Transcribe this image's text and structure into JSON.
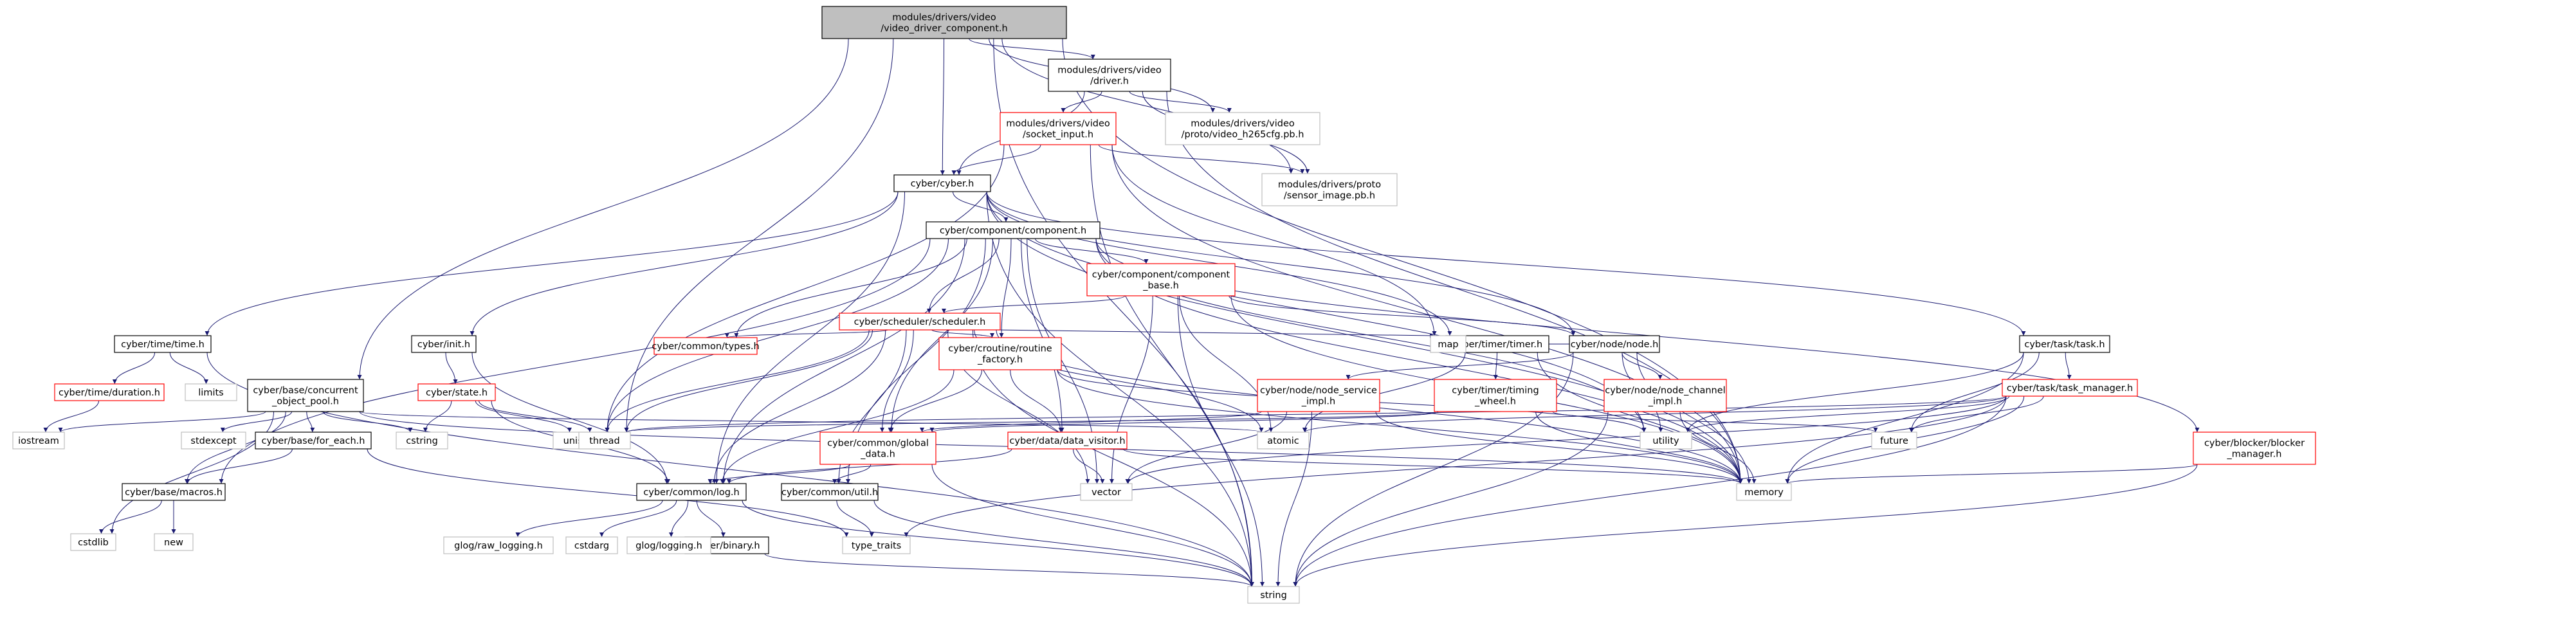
{
  "root": "modules/drivers/video/video_driver_component.h",
  "nodes": [
    {
      "id": "root",
      "lines": [
        "modules/drivers/video",
        "/video_driver_component.h"
      ],
      "style": "root"
    },
    {
      "id": "driver",
      "lines": [
        "modules/drivers/video",
        "/driver.h"
      ],
      "style": "black"
    },
    {
      "id": "socket",
      "lines": [
        "modules/drivers/video",
        "/socket_input.h"
      ],
      "style": "red"
    },
    {
      "id": "h265",
      "lines": [
        "modules/drivers/video",
        "/proto/video_h265cfg.pb.h"
      ],
      "style": "gray"
    },
    {
      "id": "sensor",
      "lines": [
        "modules/drivers/proto",
        "/sensor_image.pb.h"
      ],
      "style": "gray"
    },
    {
      "id": "cyber",
      "lines": [
        "cyber/cyber.h"
      ],
      "style": "black"
    },
    {
      "id": "component",
      "lines": [
        "cyber/component/component.h"
      ],
      "style": "black"
    },
    {
      "id": "compbase",
      "lines": [
        "cyber/component/component",
        "_base.h"
      ],
      "style": "red"
    },
    {
      "id": "scheduler",
      "lines": [
        "cyber/scheduler/scheduler.h"
      ],
      "style": "red"
    },
    {
      "id": "routine",
      "lines": [
        "cyber/croutine/routine",
        "_factory.h"
      ],
      "style": "red"
    },
    {
      "id": "types",
      "lines": [
        "cyber/common/types.h"
      ],
      "style": "red"
    },
    {
      "id": "timeh",
      "lines": [
        "cyber/time/time.h"
      ],
      "style": "black"
    },
    {
      "id": "duration",
      "lines": [
        "cyber/time/duration.h"
      ],
      "style": "red"
    },
    {
      "id": "limits",
      "lines": [
        "limits"
      ],
      "style": "gray"
    },
    {
      "id": "pool",
      "lines": [
        "cyber/base/concurrent",
        "_object_pool.h"
      ],
      "style": "black"
    },
    {
      "id": "iostream",
      "lines": [
        "iostream"
      ],
      "style": "gray"
    },
    {
      "id": "stdexcept",
      "lines": [
        "stdexcept"
      ],
      "style": "gray"
    },
    {
      "id": "foreach",
      "lines": [
        "cyber/base/for_each.h"
      ],
      "style": "black"
    },
    {
      "id": "macros",
      "lines": [
        "cyber/base/macros.h"
      ],
      "style": "black"
    },
    {
      "id": "cstdlib",
      "lines": [
        "cstdlib"
      ],
      "style": "gray"
    },
    {
      "id": "new",
      "lines": [
        "new"
      ],
      "style": "gray"
    },
    {
      "id": "init",
      "lines": [
        "cyber/init.h"
      ],
      "style": "black"
    },
    {
      "id": "state",
      "lines": [
        "cyber/state.h"
      ],
      "style": "red"
    },
    {
      "id": "cstring",
      "lines": [
        "cstring"
      ],
      "style": "gray"
    },
    {
      "id": "unistd",
      "lines": [
        "unistd.h"
      ],
      "style": "gray"
    },
    {
      "id": "thread",
      "lines": [
        "thread"
      ],
      "style": "gray"
    },
    {
      "id": "timer",
      "lines": [
        "cyber/timer/timer.h"
      ],
      "style": "black"
    },
    {
      "id": "timing",
      "lines": [
        "cyber/timer/timing",
        "_wheel.h"
      ],
      "style": "red"
    },
    {
      "id": "node",
      "lines": [
        "cyber/node/node.h"
      ],
      "style": "black"
    },
    {
      "id": "nodesvc",
      "lines": [
        "cyber/node/node_service",
        "_impl.h"
      ],
      "style": "red"
    },
    {
      "id": "nodechan",
      "lines": [
        "cyber/node/node_channel",
        "_impl.h"
      ],
      "style": "red"
    },
    {
      "id": "map",
      "lines": [
        "map"
      ],
      "style": "gray"
    },
    {
      "id": "global",
      "lines": [
        "cyber/common/global",
        "_data.h"
      ],
      "style": "red"
    },
    {
      "id": "visitor",
      "lines": [
        "cyber/data/data_visitor.h"
      ],
      "style": "red"
    },
    {
      "id": "atomic",
      "lines": [
        "atomic"
      ],
      "style": "gray"
    },
    {
      "id": "utility",
      "lines": [
        "utility"
      ],
      "style": "gray"
    },
    {
      "id": "future",
      "lines": [
        "future"
      ],
      "style": "gray"
    },
    {
      "id": "task",
      "lines": [
        "cyber/task/task.h"
      ],
      "style": "black"
    },
    {
      "id": "taskmgr",
      "lines": [
        "cyber/task/task_manager.h"
      ],
      "style": "red"
    },
    {
      "id": "blocker",
      "lines": [
        "cyber/blocker/blocker",
        "_manager.h"
      ],
      "style": "red"
    },
    {
      "id": "log",
      "lines": [
        "cyber/common/log.h"
      ],
      "style": "black"
    },
    {
      "id": "util",
      "lines": [
        "cyber/common/util.h"
      ],
      "style": "black"
    },
    {
      "id": "binary",
      "lines": [
        "cyber/binary.h"
      ],
      "style": "black"
    },
    {
      "id": "vector",
      "lines": [
        "vector"
      ],
      "style": "gray"
    },
    {
      "id": "memory",
      "lines": [
        "memory"
      ],
      "style": "gray"
    },
    {
      "id": "type_traits",
      "lines": [
        "type_traits"
      ],
      "style": "gray"
    },
    {
      "id": "glograw",
      "lines": [
        "glog/raw_logging.h"
      ],
      "style": "gray"
    },
    {
      "id": "cstdarg",
      "lines": [
        "cstdarg"
      ],
      "style": "gray"
    },
    {
      "id": "gloglog",
      "lines": [
        "glog/logging.h"
      ],
      "style": "gray"
    },
    {
      "id": "string",
      "lines": [
        "string"
      ],
      "style": "gray"
    }
  ],
  "edges": [
    [
      "root",
      "driver"
    ],
    [
      "root",
      "h265"
    ],
    [
      "root",
      "sensor"
    ],
    [
      "root",
      "cyber"
    ],
    [
      "root",
      "pool"
    ],
    [
      "root",
      "thread"
    ],
    [
      "root",
      "memory"
    ],
    [
      "root",
      "string"
    ],
    [
      "driver",
      "socket"
    ],
    [
      "driver",
      "h265"
    ],
    [
      "driver",
      "sensor"
    ],
    [
      "driver",
      "cyber"
    ],
    [
      "driver",
      "memory"
    ],
    [
      "socket",
      "sensor"
    ],
    [
      "socket",
      "cyber"
    ],
    [
      "socket",
      "unistd"
    ],
    [
      "socket",
      "map"
    ],
    [
      "socket",
      "memory"
    ],
    [
      "socket",
      "string"
    ],
    [
      "cyber",
      "component"
    ],
    [
      "cyber",
      "init"
    ],
    [
      "cyber",
      "timeh"
    ],
    [
      "cyber",
      "timer"
    ],
    [
      "cyber",
      "node"
    ],
    [
      "cyber",
      "task"
    ],
    [
      "cyber",
      "log"
    ],
    [
      "cyber",
      "utility"
    ],
    [
      "cyber",
      "memory"
    ],
    [
      "cyber",
      "string"
    ],
    [
      "component",
      "compbase"
    ],
    [
      "component",
      "scheduler"
    ],
    [
      "component",
      "routine"
    ],
    [
      "component",
      "types"
    ],
    [
      "component",
      "visitor"
    ],
    [
      "component",
      "global"
    ],
    [
      "component",
      "log"
    ],
    [
      "component",
      "util"
    ],
    [
      "component",
      "macros"
    ],
    [
      "component",
      "blocker"
    ],
    [
      "component",
      "unistd"
    ],
    [
      "component",
      "utility"
    ],
    [
      "component",
      "vector"
    ],
    [
      "component",
      "memory"
    ],
    [
      "compbase",
      "scheduler"
    ],
    [
      "compbase",
      "node"
    ],
    [
      "compbase",
      "atomic"
    ],
    [
      "compbase",
      "vector"
    ],
    [
      "compbase",
      "memory"
    ],
    [
      "compbase",
      "string"
    ],
    [
      "scheduler",
      "routine"
    ],
    [
      "scheduler",
      "types"
    ],
    [
      "scheduler",
      "global"
    ],
    [
      "scheduler",
      "log"
    ],
    [
      "scheduler",
      "util"
    ],
    [
      "scheduler",
      "map"
    ],
    [
      "scheduler",
      "atomic"
    ],
    [
      "scheduler",
      "thread"
    ],
    [
      "scheduler",
      "unistd"
    ],
    [
      "scheduler",
      "vector"
    ],
    [
      "scheduler",
      "memory"
    ],
    [
      "scheduler",
      "string"
    ],
    [
      "routine",
      "visitor"
    ],
    [
      "routine",
      "global"
    ],
    [
      "routine",
      "log"
    ],
    [
      "routine",
      "utility"
    ],
    [
      "routine",
      "memory"
    ],
    [
      "timeh",
      "duration"
    ],
    [
      "timeh",
      "limits"
    ],
    [
      "timeh",
      "string"
    ],
    [
      "duration",
      "iostream"
    ],
    [
      "pool",
      "iostream"
    ],
    [
      "pool",
      "stdexcept"
    ],
    [
      "pool",
      "foreach"
    ],
    [
      "pool",
      "macros"
    ],
    [
      "pool",
      "cstdlib"
    ],
    [
      "pool",
      "cstring"
    ],
    [
      "pool",
      "atomic"
    ],
    [
      "pool",
      "memory"
    ],
    [
      "foreach",
      "macros"
    ],
    [
      "foreach",
      "type_traits"
    ],
    [
      "macros",
      "cstdlib"
    ],
    [
      "macros",
      "new"
    ],
    [
      "init",
      "state"
    ],
    [
      "init",
      "log"
    ],
    [
      "state",
      "cstring"
    ],
    [
      "state",
      "unistd"
    ],
    [
      "state",
      "thread"
    ],
    [
      "state",
      "log"
    ],
    [
      "timer",
      "timing"
    ],
    [
      "timer",
      "atomic"
    ],
    [
      "timer",
      "memory"
    ],
    [
      "timing",
      "global"
    ],
    [
      "timing",
      "thread"
    ],
    [
      "timing",
      "future"
    ],
    [
      "timing",
      "memory"
    ],
    [
      "node",
      "nodesvc"
    ],
    [
      "node",
      "nodechan"
    ],
    [
      "node",
      "map"
    ],
    [
      "node",
      "memory"
    ],
    [
      "node",
      "utility"
    ],
    [
      "node",
      "string"
    ],
    [
      "nodesvc",
      "global"
    ],
    [
      "nodesvc",
      "vector"
    ],
    [
      "nodesvc",
      "memory"
    ],
    [
      "nodesvc",
      "string"
    ],
    [
      "nodechan",
      "memory"
    ],
    [
      "nodechan",
      "string"
    ],
    [
      "global",
      "log"
    ],
    [
      "global",
      "util"
    ],
    [
      "global",
      "string"
    ],
    [
      "visitor",
      "log"
    ],
    [
      "visitor",
      "vector"
    ],
    [
      "visitor",
      "memory"
    ],
    [
      "task",
      "taskmgr"
    ],
    [
      "task",
      "future"
    ],
    [
      "task",
      "utility"
    ],
    [
      "task",
      "memory"
    ],
    [
      "taskmgr",
      "atomic"
    ],
    [
      "taskmgr",
      "future"
    ],
    [
      "taskmgr",
      "utility"
    ],
    [
      "taskmgr",
      "vector"
    ],
    [
      "taskmgr",
      "memory"
    ],
    [
      "taskmgr",
      "string"
    ],
    [
      "taskmgr",
      "type_traits"
    ],
    [
      "taskmgr",
      "thread"
    ],
    [
      "blocker",
      "memory"
    ],
    [
      "blocker",
      "string"
    ],
    [
      "log",
      "glograw"
    ],
    [
      "log",
      "cstdarg"
    ],
    [
      "log",
      "gloglog"
    ],
    [
      "log",
      "binary"
    ],
    [
      "log",
      "string"
    ],
    [
      "util",
      "type_traits"
    ],
    [
      "util",
      "string"
    ],
    [
      "binary",
      "string"
    ]
  ],
  "colors": {
    "arrow": "#191970",
    "root_fill": "#bfbfbf",
    "red": "#ff0000",
    "black": "#000000",
    "gray": "#bfbfbf"
  }
}
